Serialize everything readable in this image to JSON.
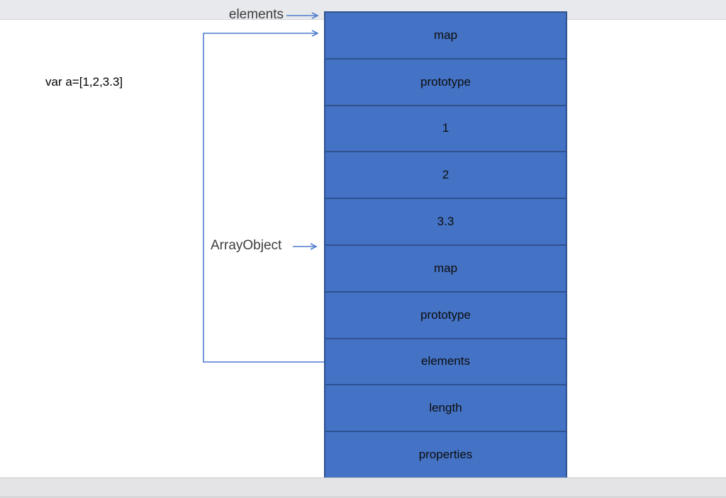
{
  "code_label": "var a=[1,2,3.3]",
  "labels": {
    "elements": "elements",
    "array_object": "ArrayObject"
  },
  "memory_table": {
    "fill_color": "#4472c4",
    "border_color": "#2f528f",
    "cells": [
      "map",
      "prototype",
      "1",
      "2",
      "3.3",
      "map",
      "prototype",
      "elements",
      "length",
      "properties"
    ]
  },
  "connectors": {
    "arrow_color": "#4f7ccd",
    "elements_arrow": "points from elements label to top map cell",
    "array_object_arrow": "points from ArrayObject label to lower map cell",
    "elements_pointer_loop": "from elements cell left edge around to top map cell"
  },
  "chrome": {
    "top_band_color": "#e7e9ec",
    "bottom_band_color": "#e4e4e6"
  }
}
